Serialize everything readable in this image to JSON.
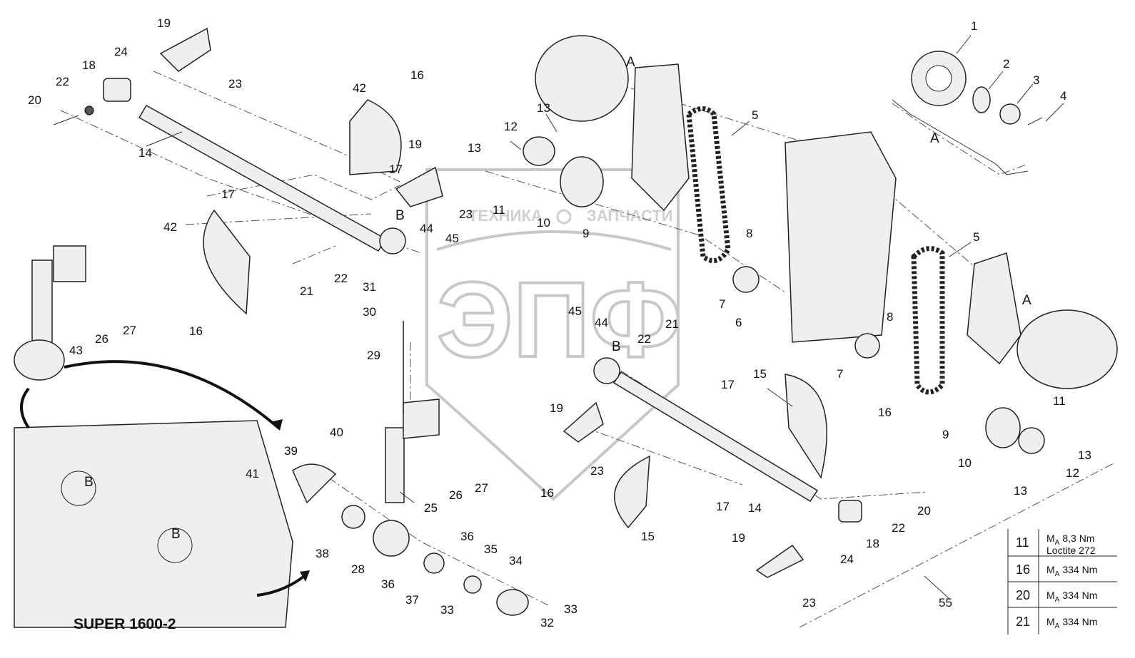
{
  "title": "SUPER 1600-2",
  "detail_labels": {
    "a": "A",
    "b": "B"
  },
  "parts": [
    {
      "id": "p1",
      "text": "1"
    },
    {
      "id": "p2",
      "text": "2"
    },
    {
      "id": "p3",
      "text": "3"
    },
    {
      "id": "p4",
      "text": "4"
    },
    {
      "id": "p5a",
      "text": "5"
    },
    {
      "id": "p5b",
      "text": "5"
    },
    {
      "id": "p6",
      "text": "6"
    },
    {
      "id": "p7a",
      "text": "7"
    },
    {
      "id": "p7b",
      "text": "7"
    },
    {
      "id": "p8a",
      "text": "8"
    },
    {
      "id": "p8b",
      "text": "8"
    },
    {
      "id": "p9a",
      "text": "9"
    },
    {
      "id": "p9b",
      "text": "9"
    },
    {
      "id": "p10a",
      "text": "10"
    },
    {
      "id": "p10b",
      "text": "10"
    },
    {
      "id": "p11a",
      "text": "11"
    },
    {
      "id": "p11b",
      "text": "11"
    },
    {
      "id": "p12a",
      "text": "12"
    },
    {
      "id": "p12b",
      "text": "12"
    },
    {
      "id": "p13a",
      "text": "13"
    },
    {
      "id": "p13b",
      "text": "13"
    },
    {
      "id": "p13c",
      "text": "13"
    },
    {
      "id": "p13d",
      "text": "13"
    },
    {
      "id": "p14a",
      "text": "14"
    },
    {
      "id": "p14b",
      "text": "14"
    },
    {
      "id": "p15a",
      "text": "15"
    },
    {
      "id": "p15b",
      "text": "15"
    },
    {
      "id": "p16a",
      "text": "16"
    },
    {
      "id": "p16b",
      "text": "16"
    },
    {
      "id": "p16c",
      "text": "16"
    },
    {
      "id": "p16d",
      "text": "16"
    },
    {
      "id": "p17a",
      "text": "17"
    },
    {
      "id": "p17b",
      "text": "17"
    },
    {
      "id": "p17c",
      "text": "17"
    },
    {
      "id": "p17d",
      "text": "17"
    },
    {
      "id": "p18a",
      "text": "18"
    },
    {
      "id": "p18b",
      "text": "18"
    },
    {
      "id": "p19a",
      "text": "19"
    },
    {
      "id": "p19b",
      "text": "19"
    },
    {
      "id": "p19c",
      "text": "19"
    },
    {
      "id": "p19d",
      "text": "19"
    },
    {
      "id": "p20a",
      "text": "20"
    },
    {
      "id": "p20b",
      "text": "20"
    },
    {
      "id": "p21a",
      "text": "21"
    },
    {
      "id": "p21b",
      "text": "21"
    },
    {
      "id": "p22a",
      "text": "22"
    },
    {
      "id": "p22b",
      "text": "22"
    },
    {
      "id": "p22c",
      "text": "22"
    },
    {
      "id": "p22d",
      "text": "22"
    },
    {
      "id": "p23a",
      "text": "23"
    },
    {
      "id": "p23b",
      "text": "23"
    },
    {
      "id": "p23c",
      "text": "23"
    },
    {
      "id": "p23d",
      "text": "23"
    },
    {
      "id": "p24a",
      "text": "24"
    },
    {
      "id": "p24b",
      "text": "24"
    },
    {
      "id": "p25",
      "text": "25"
    },
    {
      "id": "p26a",
      "text": "26"
    },
    {
      "id": "p26b",
      "text": "26"
    },
    {
      "id": "p27a",
      "text": "27"
    },
    {
      "id": "p27b",
      "text": "27"
    },
    {
      "id": "p28",
      "text": "28"
    },
    {
      "id": "p29",
      "text": "29"
    },
    {
      "id": "p30",
      "text": "30"
    },
    {
      "id": "p31",
      "text": "31"
    },
    {
      "id": "p32",
      "text": "32"
    },
    {
      "id": "p33a",
      "text": "33"
    },
    {
      "id": "p33b",
      "text": "33"
    },
    {
      "id": "p34",
      "text": "34"
    },
    {
      "id": "p35",
      "text": "35"
    },
    {
      "id": "p36a",
      "text": "36"
    },
    {
      "id": "p36b",
      "text": "36"
    },
    {
      "id": "p37",
      "text": "37"
    },
    {
      "id": "p38",
      "text": "38"
    },
    {
      "id": "p39",
      "text": "39"
    },
    {
      "id": "p40",
      "text": "40"
    },
    {
      "id": "p41",
      "text": "41"
    },
    {
      "id": "p42a",
      "text": "42"
    },
    {
      "id": "p42b",
      "text": "42"
    },
    {
      "id": "p43",
      "text": "43"
    },
    {
      "id": "p44a",
      "text": "44"
    },
    {
      "id": "p44b",
      "text": "44"
    },
    {
      "id": "p45a",
      "text": "45"
    },
    {
      "id": "p45b",
      "text": "45"
    },
    {
      "id": "p55",
      "text": "55"
    }
  ],
  "torque_table": [
    {
      "item": "11",
      "prefix": "M",
      "sub": "A",
      "value": "8,3 Nm",
      "note": "Loctite 272"
    },
    {
      "item": "16",
      "prefix": "M",
      "sub": "A",
      "value": "334 Nm",
      "note": ""
    },
    {
      "item": "20",
      "prefix": "M",
      "sub": "A",
      "value": "334 Nm",
      "note": ""
    },
    {
      "item": "21",
      "prefix": "M",
      "sub": "A",
      "value": "334 Nm",
      "note": ""
    }
  ],
  "watermark": {
    "brand": "ЭПФ",
    "left_word": "ТЕХНИКА",
    "right_word": "ЗАПЧАСТИ"
  }
}
